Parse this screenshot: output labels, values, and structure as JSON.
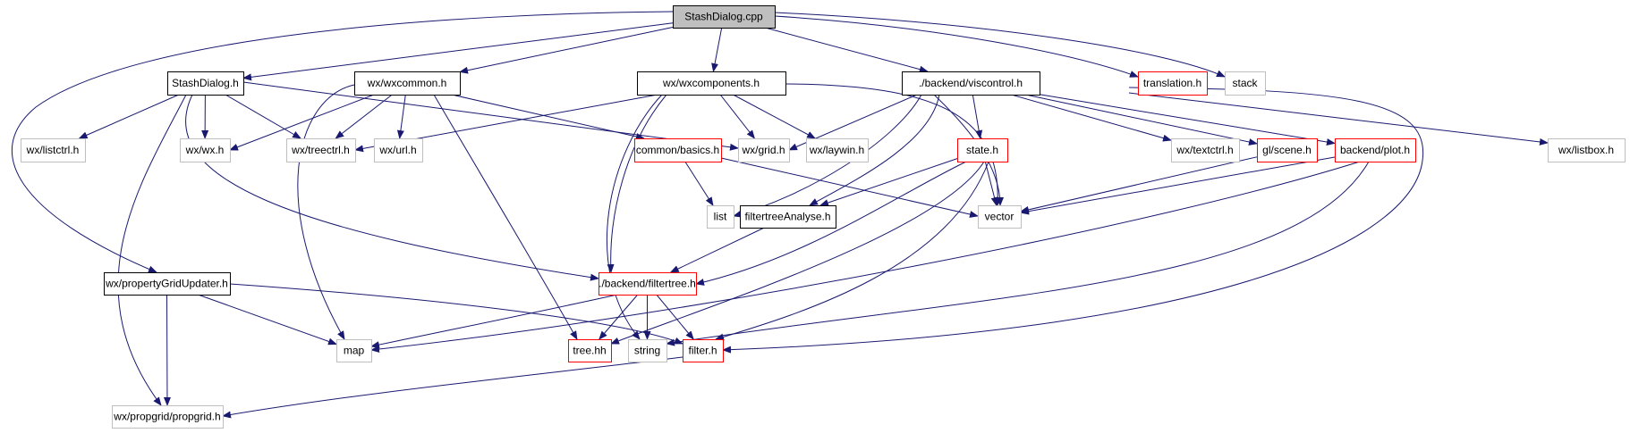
{
  "title": "StashDialog.cpp include dependency graph",
  "colors": {
    "edge": "#191970",
    "root_fill": "#bfbfbf",
    "root_border": "#000000",
    "documented_border": "#000000",
    "error_border": "#ff0000",
    "external_border": "#bfbfbf",
    "node_fill": "#ffffff"
  },
  "nodes": [
    {
      "id": "root",
      "label": "StashDialog.cpp",
      "kind": "root"
    },
    {
      "id": "stashdialog_h",
      "label": "StashDialog.h",
      "kind": "documented"
    },
    {
      "id": "wxcommon",
      "label": "wx/wxcommon.h",
      "kind": "documented"
    },
    {
      "id": "wxcomponents",
      "label": "wx/wxcomponents.h",
      "kind": "documented"
    },
    {
      "id": "viscontrol",
      "label": "./backend/viscontrol.h",
      "kind": "documented"
    },
    {
      "id": "translation",
      "label": "translation.h",
      "kind": "error"
    },
    {
      "id": "stack",
      "label": "stack",
      "kind": "external"
    },
    {
      "id": "listctrl",
      "label": "wx/listctrl.h",
      "kind": "external"
    },
    {
      "id": "wxwx",
      "label": "wx/wx.h",
      "kind": "external"
    },
    {
      "id": "treectrl",
      "label": "wx/treectrl.h",
      "kind": "external"
    },
    {
      "id": "url",
      "label": "wx/url.h",
      "kind": "external"
    },
    {
      "id": "basics",
      "label": "common/basics.h",
      "kind": "error"
    },
    {
      "id": "grid",
      "label": "wx/grid.h",
      "kind": "external"
    },
    {
      "id": "laywin",
      "label": "wx/laywin.h",
      "kind": "external"
    },
    {
      "id": "state",
      "label": "state.h",
      "kind": "error"
    },
    {
      "id": "textctrl",
      "label": "wx/textctrl.h",
      "kind": "external"
    },
    {
      "id": "scene",
      "label": "gl/scene.h",
      "kind": "error"
    },
    {
      "id": "plot",
      "label": "backend/plot.h",
      "kind": "error"
    },
    {
      "id": "listbox",
      "label": "wx/listbox.h",
      "kind": "external"
    },
    {
      "id": "list",
      "label": "list",
      "kind": "external"
    },
    {
      "id": "ftanalyse",
      "label": "filtertreeAnalyse.h",
      "kind": "documented"
    },
    {
      "id": "vector",
      "label": "vector",
      "kind": "external"
    },
    {
      "id": "pgupdater",
      "label": "wx/propertyGridUpdater.h",
      "kind": "documented"
    },
    {
      "id": "filtertree",
      "label": "./backend/filtertree.h",
      "kind": "error"
    },
    {
      "id": "map",
      "label": "map",
      "kind": "external"
    },
    {
      "id": "treehh",
      "label": "tree.hh",
      "kind": "error"
    },
    {
      "id": "string",
      "label": "string",
      "kind": "external"
    },
    {
      "id": "filter",
      "label": "filter.h",
      "kind": "error"
    },
    {
      "id": "propgrid",
      "label": "wx/propgrid/propgrid.h",
      "kind": "external"
    }
  ],
  "edges": [
    {
      "from": "root",
      "to": "stashdialog_h"
    },
    {
      "from": "root",
      "to": "wxcommon"
    },
    {
      "from": "root",
      "to": "wxcomponents"
    },
    {
      "from": "root",
      "to": "viscontrol"
    },
    {
      "from": "root",
      "to": "translation"
    },
    {
      "from": "root",
      "to": "stack"
    },
    {
      "from": "root",
      "to": "pgupdater"
    },
    {
      "from": "stashdialog_h",
      "to": "listctrl"
    },
    {
      "from": "stashdialog_h",
      "to": "wxwx"
    },
    {
      "from": "stashdialog_h",
      "to": "treectrl"
    },
    {
      "from": "stashdialog_h",
      "to": "grid"
    },
    {
      "from": "stashdialog_h",
      "to": "filtertree"
    },
    {
      "from": "stashdialog_h",
      "to": "propgrid"
    },
    {
      "from": "wxcommon",
      "to": "wxwx"
    },
    {
      "from": "wxcommon",
      "to": "treectrl"
    },
    {
      "from": "wxcommon",
      "to": "url"
    },
    {
      "from": "wxcommon",
      "to": "basics"
    },
    {
      "from": "wxcommon",
      "to": "map"
    },
    {
      "from": "wxcommon",
      "to": "treehh"
    },
    {
      "from": "wxcomponents",
      "to": "treectrl"
    },
    {
      "from": "wxcomponents",
      "to": "grid"
    },
    {
      "from": "wxcomponents",
      "to": "laywin"
    },
    {
      "from": "wxcomponents",
      "to": "vector"
    },
    {
      "from": "wxcomponents",
      "to": "filtertree"
    },
    {
      "from": "wxcomponents",
      "to": "string"
    },
    {
      "from": "viscontrol",
      "to": "grid"
    },
    {
      "from": "viscontrol",
      "to": "list"
    },
    {
      "from": "viscontrol",
      "to": "ftanalyse"
    },
    {
      "from": "viscontrol",
      "to": "state"
    },
    {
      "from": "viscontrol",
      "to": "vector"
    },
    {
      "from": "viscontrol",
      "to": "textctrl"
    },
    {
      "from": "viscontrol",
      "to": "scene"
    },
    {
      "from": "viscontrol",
      "to": "plot"
    },
    {
      "from": "viscontrol",
      "to": "listbox"
    },
    {
      "from": "viscontrol",
      "to": "filter"
    },
    {
      "from": "basics",
      "to": "list"
    },
    {
      "from": "basics",
      "to": "vector"
    },
    {
      "from": "state",
      "to": "ftanalyse"
    },
    {
      "from": "state",
      "to": "vector"
    },
    {
      "from": "state",
      "to": "filtertree"
    },
    {
      "from": "state",
      "to": "treehh"
    },
    {
      "from": "state",
      "to": "filter"
    },
    {
      "from": "scene",
      "to": "vector"
    },
    {
      "from": "plot",
      "to": "vector"
    },
    {
      "from": "plot",
      "to": "map"
    },
    {
      "from": "plot",
      "to": "string"
    },
    {
      "from": "ftanalyse",
      "to": "filtertree"
    },
    {
      "from": "pgupdater",
      "to": "map"
    },
    {
      "from": "pgupdater",
      "to": "propgrid"
    },
    {
      "from": "pgupdater",
      "to": "filter"
    },
    {
      "from": "filtertree",
      "to": "map"
    },
    {
      "from": "filtertree",
      "to": "treehh"
    },
    {
      "from": "filtertree",
      "to": "string"
    },
    {
      "from": "filtertree",
      "to": "filter"
    },
    {
      "from": "filter",
      "to": "propgrid"
    }
  ]
}
